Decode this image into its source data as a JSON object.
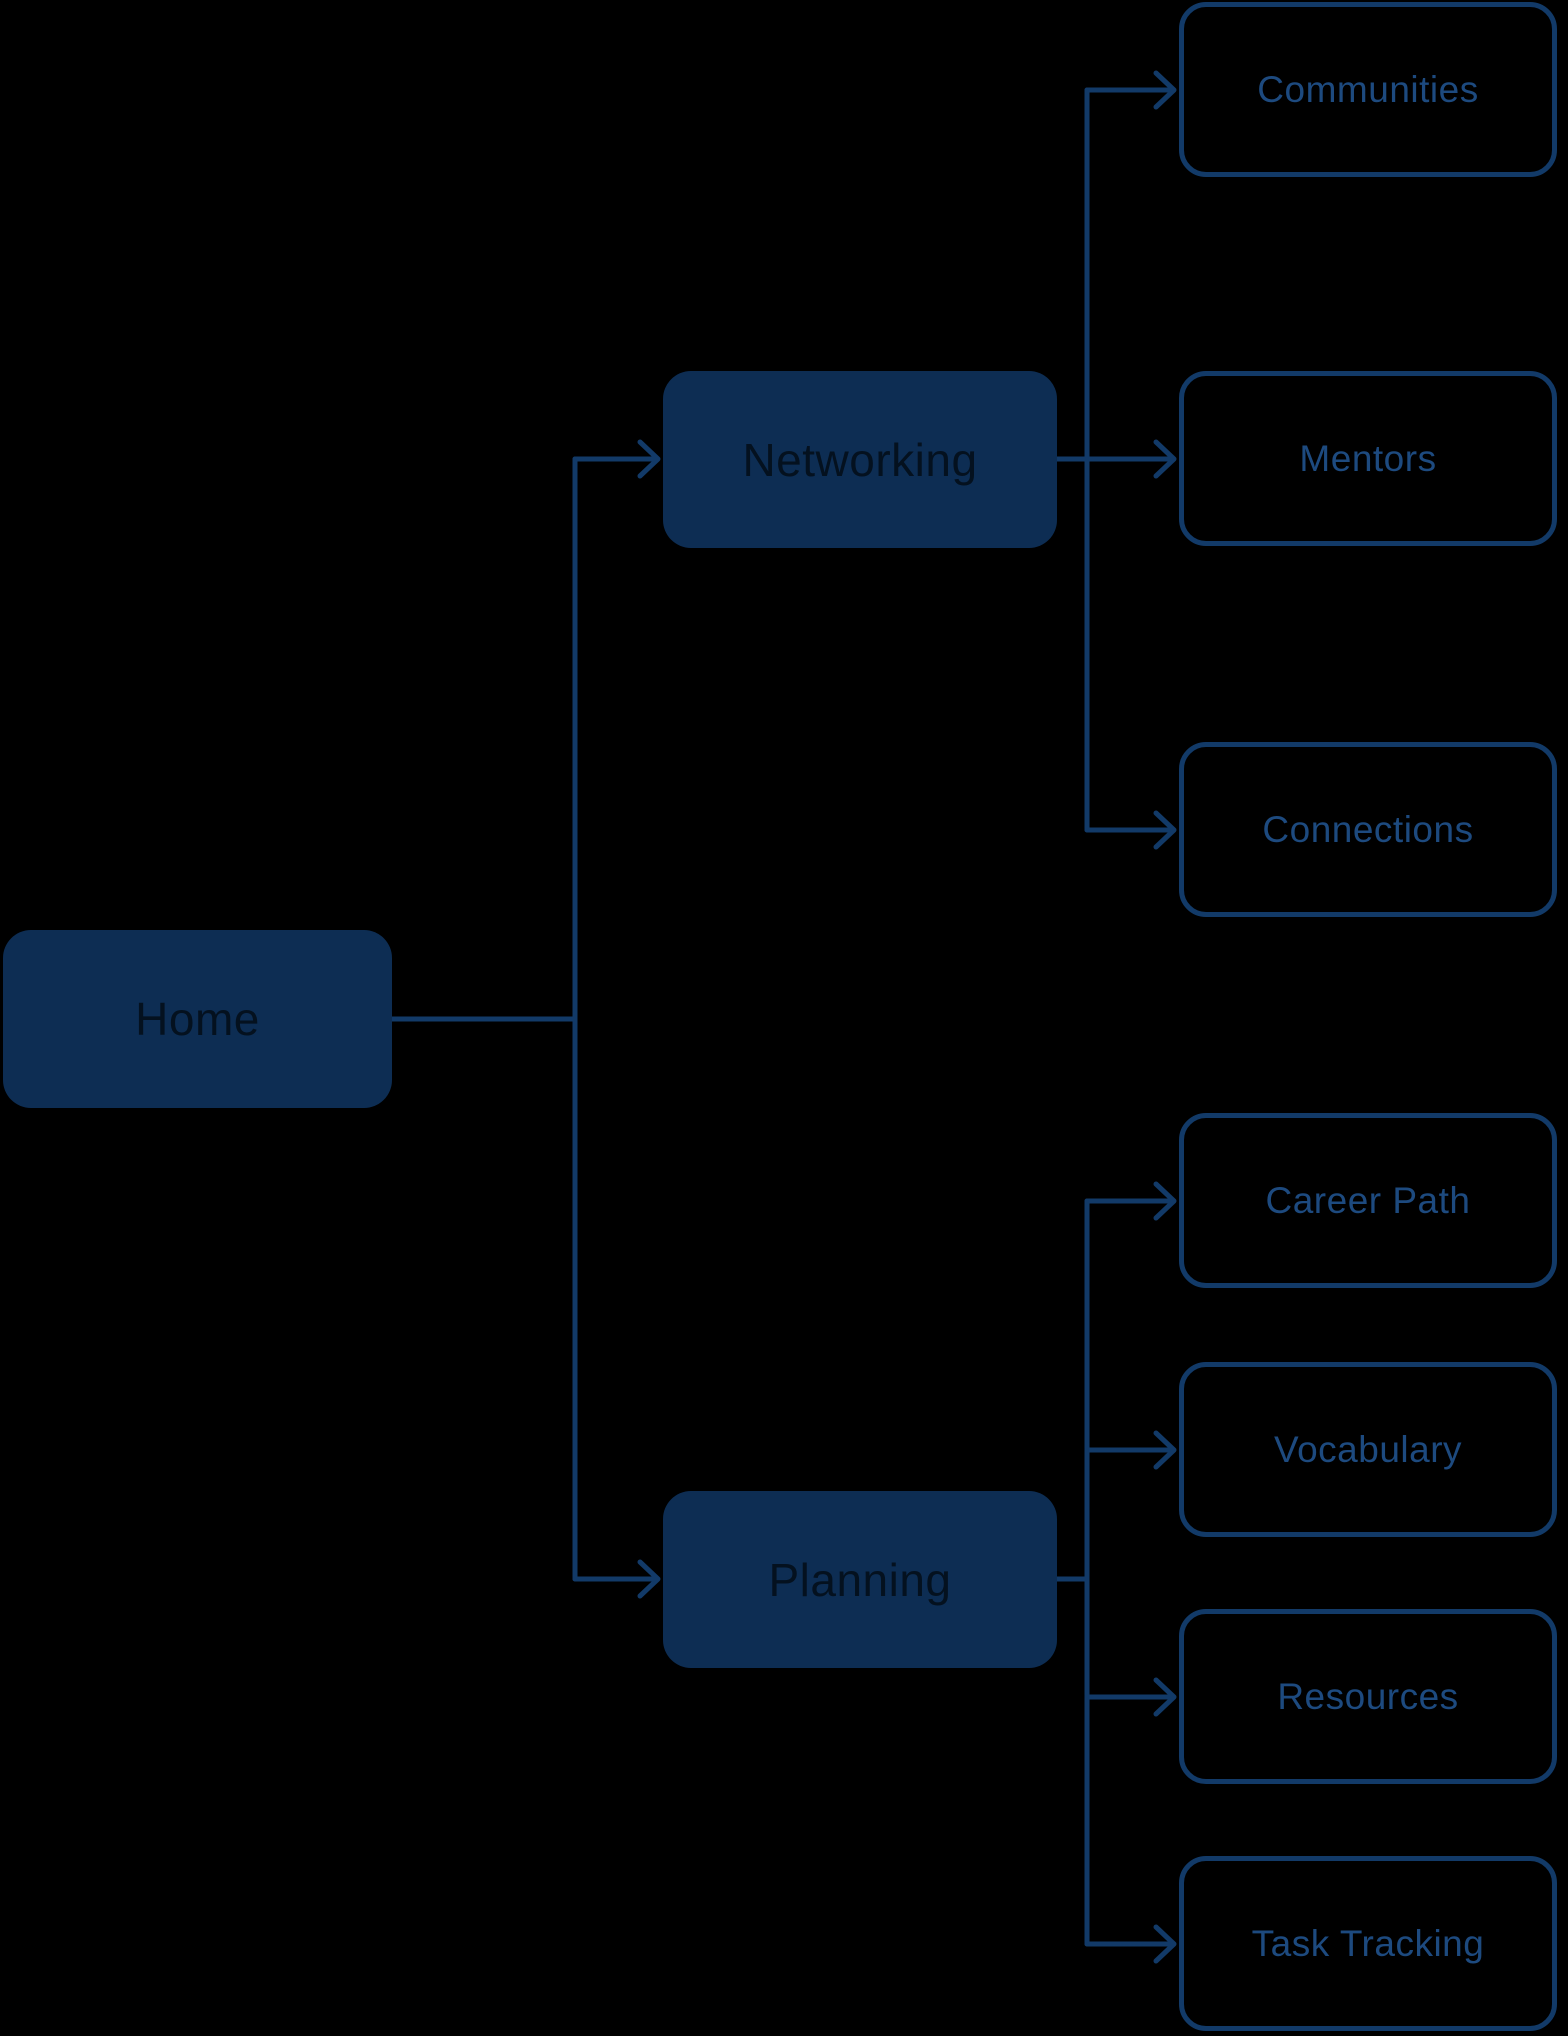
{
  "diagram": {
    "type": "sitemap-flowchart",
    "colors": {
      "background": "#000000",
      "node_fill": "#0d2d53",
      "node_fill_text": "#04111f",
      "line": "#123a68",
      "leaf_text": "#1d4a7f"
    },
    "root": {
      "label": "Home"
    },
    "branches": [
      {
        "label": "Networking",
        "children": [
          {
            "label": "Communities"
          },
          {
            "label": "Mentors"
          },
          {
            "label": "Connections"
          }
        ]
      },
      {
        "label": "Planning",
        "children": [
          {
            "label": "Career Path"
          },
          {
            "label": "Vocabulary"
          },
          {
            "label": "Resources"
          },
          {
            "label": "Task Tracking"
          }
        ]
      }
    ]
  }
}
